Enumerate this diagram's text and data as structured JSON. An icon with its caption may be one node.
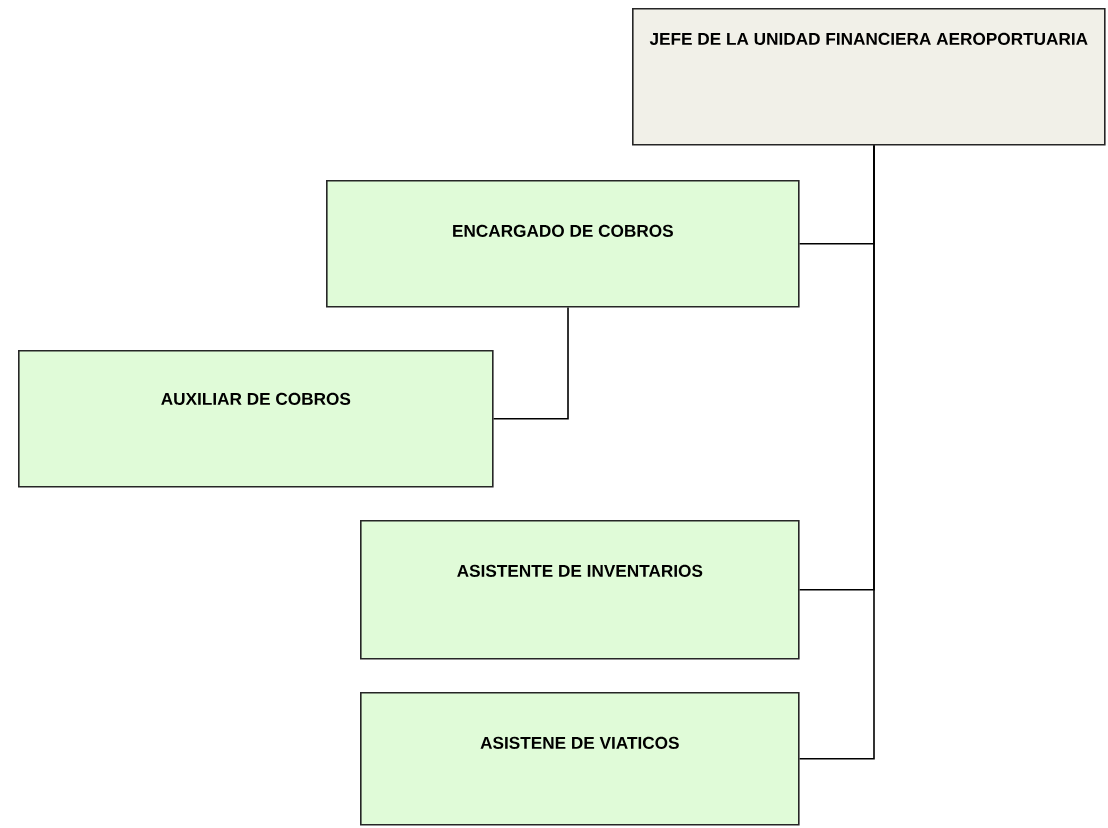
{
  "diagram": {
    "nodes": [
      {
        "text": [
          "JEFE DE LA UNIDAD FINANCIERA AEROPORTUARIA"
        ]
      },
      {
        "text": [
          "ENCARGADO DE COBROS"
        ]
      },
      {
        "text": [
          "AUXILIAR DE COBROS"
        ]
      },
      {
        "text": [
          "ASISTENTE DE INVENTARIOS"
        ]
      },
      {
        "text": [
          "ASISTENE DE VIATICOS"
        ]
      }
    ],
    "edges": [
      {
        "from": 0,
        "to": 1,
        "arrow": "none"
      },
      {
        "from": 0,
        "to": 3,
        "arrow": "none"
      },
      {
        "from": 0,
        "to": 4,
        "arrow": "none"
      },
      {
        "from": 1,
        "to": 2,
        "arrow": "none"
      }
    ]
  }
}
